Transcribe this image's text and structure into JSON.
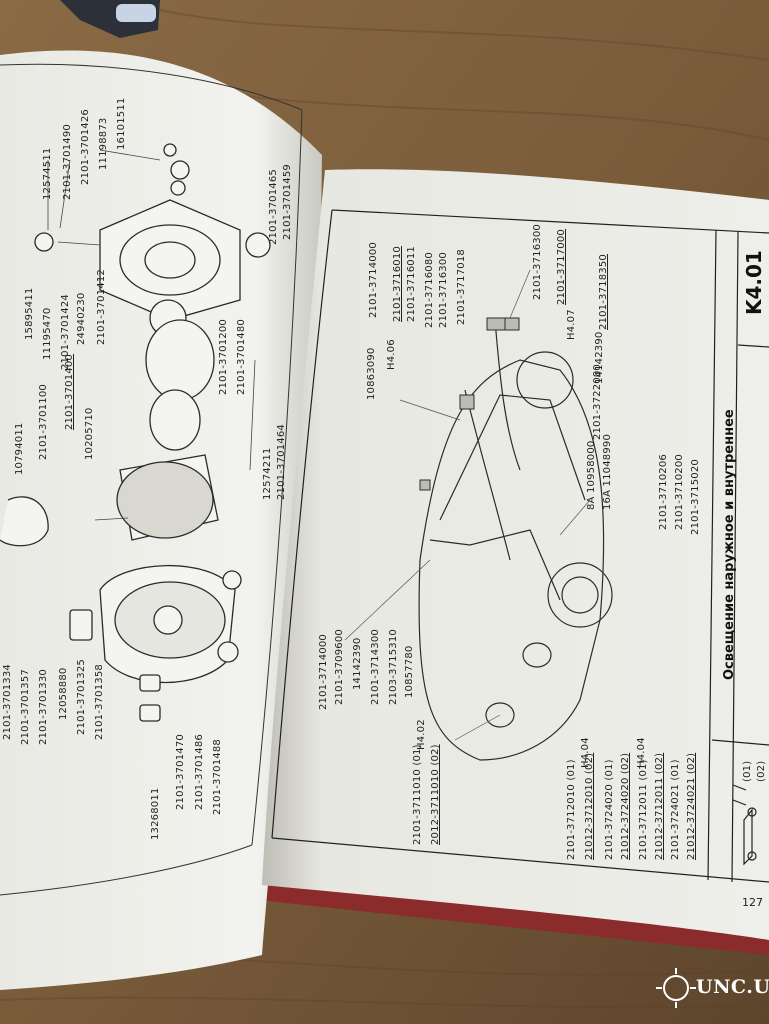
{
  "left_page": {
    "labels": [
      "12574511",
      "2101-3701490",
      "2101-3701426",
      "11198873",
      "16101511",
      "2101-3701465",
      "2101-3701459",
      "15895411",
      "11195470",
      "2101-3701424",
      "24940230",
      "2101-3701412",
      "2101-3701200",
      "2101-3701480",
      "2101-3701100",
      "2101-3701400",
      "10205710",
      "10794011",
      "12574211",
      "2101-3701464",
      "2101-3701334",
      "2101-3701357",
      "2101-3701330",
      "12058880",
      "2101-3701325",
      "2101-3701358",
      "13268011",
      "2101-3701470",
      "2101-3701486",
      "2101-3701488"
    ]
  },
  "right_page": {
    "section_code": "K4.01",
    "section_title": "Освещение наружное и внутреннее",
    "page_number": "127",
    "legend": [
      "(01)",
      "(02)"
    ],
    "top_labels": [
      "2101-3714000",
      "2101-3716010",
      "2101-3716011",
      "2101-3716080",
      "2101-3716300",
      "2101-3717018",
      "2101-3716300",
      "2101-3717000",
      "2101-3718350",
      "14142390",
      "2101-3722000"
    ],
    "side_labels": [
      "10863090",
      "H4.06",
      "H4.07",
      "8A 10958000",
      "16A 11048990"
    ],
    "mid_labels": [
      "2101-3710206",
      "2101-3710200",
      "2101-3715020"
    ],
    "bottom_left_labels": [
      "2101-3714000",
      "2101-3709600",
      "14142390",
      "2101-3714300",
      "2103-3715310",
      "10857780"
    ],
    "bottom_labels": [
      "H4.02",
      "2101-3711010 (01)",
      "2012-3711010 (02)",
      "2101-3712010 (01)",
      "21012-3712010 (02)",
      "H4.04",
      "2101-3724020 (01)",
      "21012-3724020 (02)",
      "H4.04",
      "2101-3712011 (01)",
      "21012-3712011 (02)",
      "2101-3724021 (01)",
      "21012-3724021 (02)"
    ]
  },
  "watermark": "UNC.UA"
}
